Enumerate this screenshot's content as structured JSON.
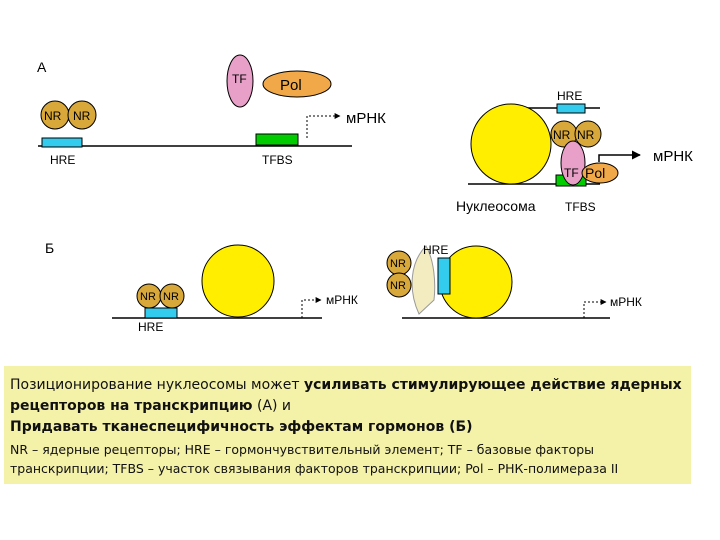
{
  "panel_a": {
    "label": "А",
    "left": {
      "nr1": "NR",
      "nr2": "NR",
      "hre": "HRE",
      "tfbs": "TFBS",
      "tf": "TF",
      "pol": "Pol",
      "mrna": "мРНК"
    },
    "right": {
      "hre": "HRE",
      "nr1": "NR",
      "nr2": "NR",
      "tf": "TF",
      "pol": "Pol",
      "mrna": "мРНК",
      "nucleosome": "Нуклеосома",
      "tfbs": "TFBS"
    }
  },
  "panel_b": {
    "label": "Б",
    "left": {
      "nr1": "NR",
      "nr2": "NR",
      "hre": "HRE",
      "mrna": "мРНК"
    },
    "right": {
      "nr1": "NR",
      "nr2": "NR",
      "hre": "HRE",
      "mrna": "мРНК"
    }
  },
  "colors": {
    "nucleosome": "#ffee00",
    "hre": "#33ccee",
    "tfbs": "#00cc00",
    "nr": "#d9a83a",
    "tf": "#e8a0c8",
    "pol": "#f0a848",
    "fold": "#f2ecc0"
  },
  "caption": {
    "line1_plain": "Позиционирование нуклеосомы может ",
    "line1_bold": "усиливать  стимулирующее действие ядерных",
    "line2_bold": "рецепторов на транскрипцию",
    "line2_plain": " (А) и",
    "line3_bold": "Придавать тканеспецифичность эффектам гормонов (Б)",
    "legend1": "NR – ядерные рецепторы; HRE – гормончувствительный элемент; TF – базовые факторы",
    "legend2": "транскрипции; TFBS – участок связывания факторов транскрипции; Pol – РНК-полимераза II"
  }
}
